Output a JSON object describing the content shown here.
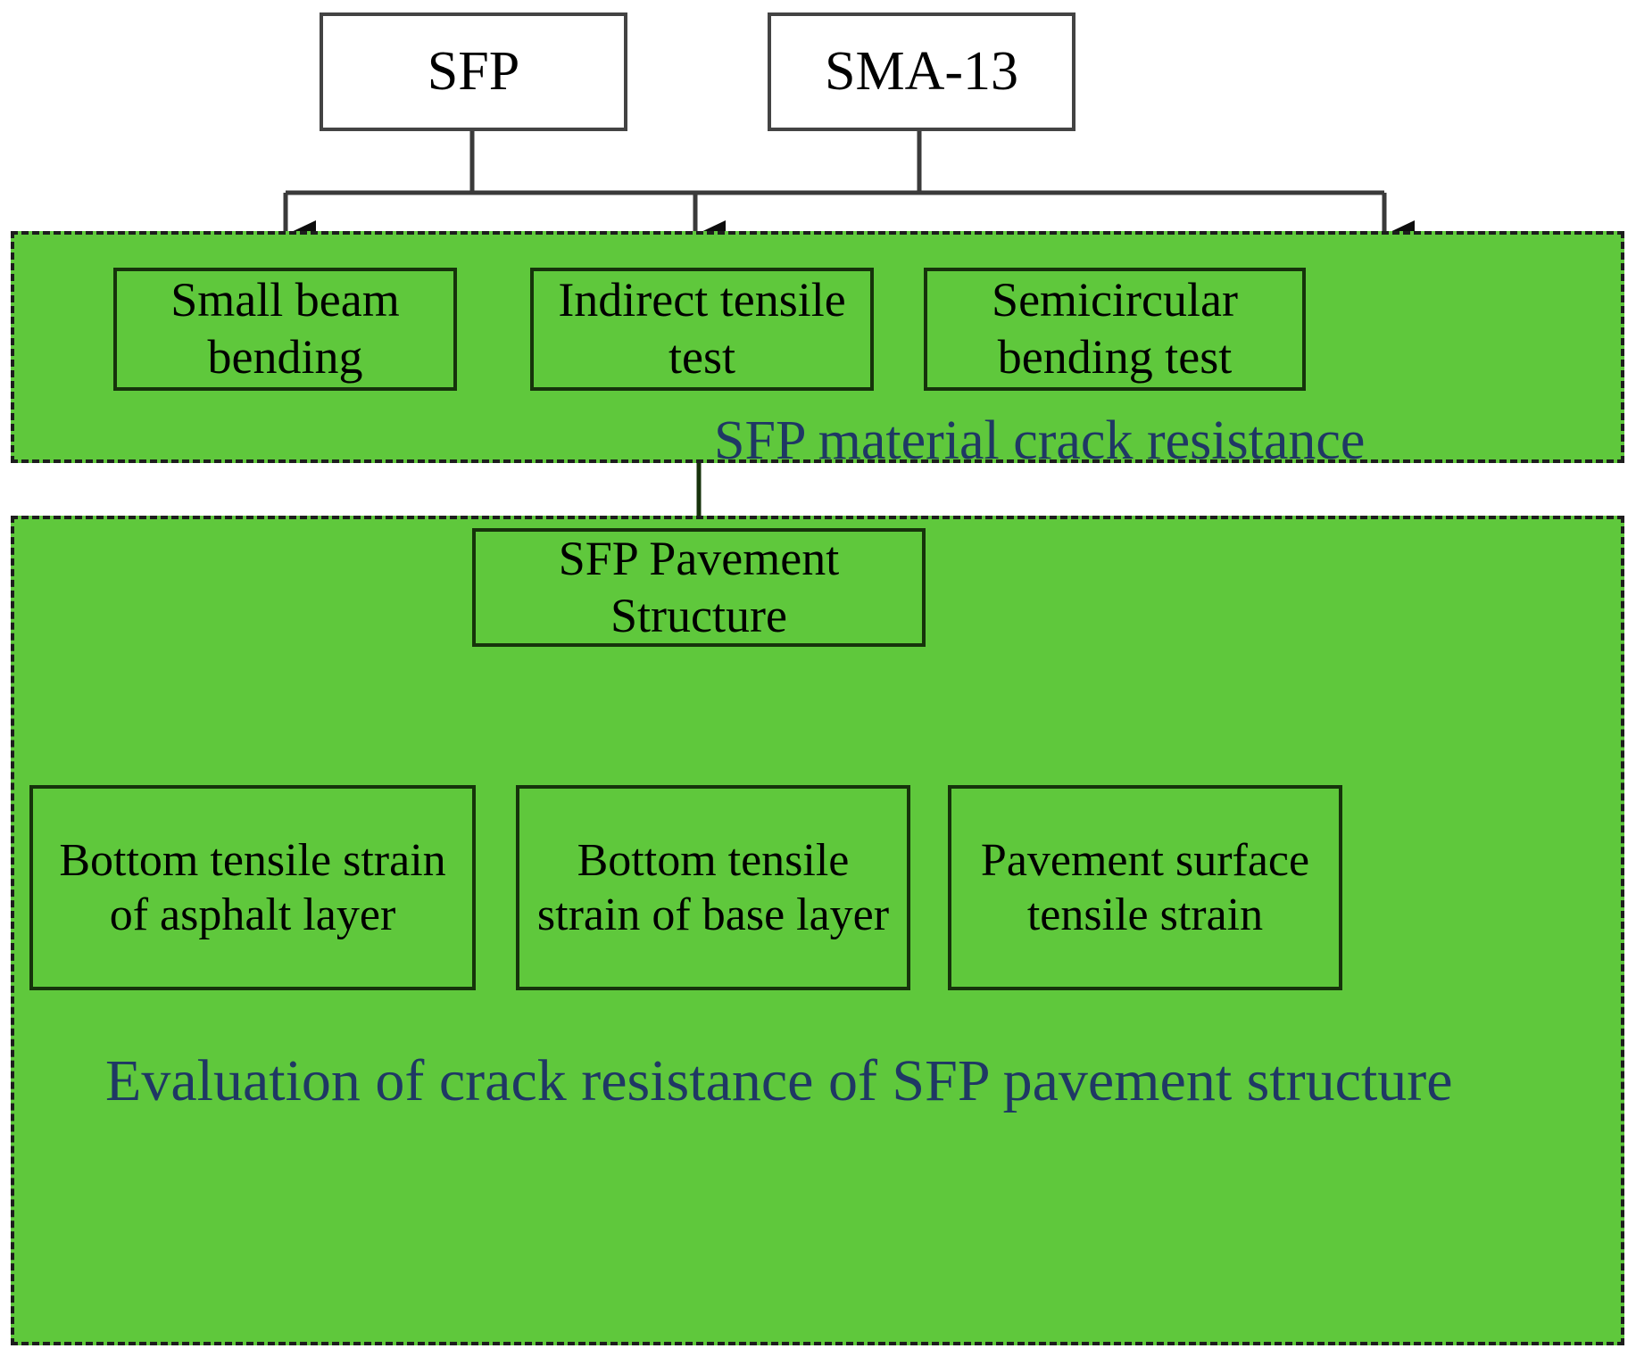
{
  "diagram": {
    "title_nodes": [
      {
        "id": "sfp",
        "label": "SFP"
      },
      {
        "id": "sma13",
        "label": "SMA-13"
      }
    ],
    "regions": [
      {
        "id": "material-region",
        "caption": "SFP material crack resistance",
        "caption_color": "#1F3864",
        "fill": "#5FC83C",
        "boxes": [
          {
            "id": "small-beam-bending",
            "label": "Small beam bending"
          },
          {
            "id": "indirect-tensile-test",
            "label": "Indirect tensile test"
          },
          {
            "id": "semicircular-bending-test",
            "label": "Semicircular bending test"
          }
        ]
      },
      {
        "id": "structure-region",
        "caption": "Evaluation of crack resistance of SFP pavement structure",
        "caption_color": "#1F3864",
        "fill": "#5FC83C",
        "hub": {
          "id": "sfp-pavement-structure",
          "label": "SFP Pavement Structure"
        },
        "boxes": [
          {
            "id": "bottom-tensile-strain-asphalt-layer",
            "label": "Bottom tensile strain of asphalt layer"
          },
          {
            "id": "bottom-tensile-strain-base-layer",
            "label": "Bottom tensile strain of base layer"
          },
          {
            "id": "pavement-surface-tensile-strain",
            "label": "Pavement surface tensile strain"
          }
        ]
      }
    ],
    "colors": {
      "region_fill": "#5FC83C",
      "caption_blue": "#1F3864",
      "box_border_dark": "#16330b",
      "box_border_gray": "#434343",
      "connector": "#1a1a1a"
    }
  }
}
